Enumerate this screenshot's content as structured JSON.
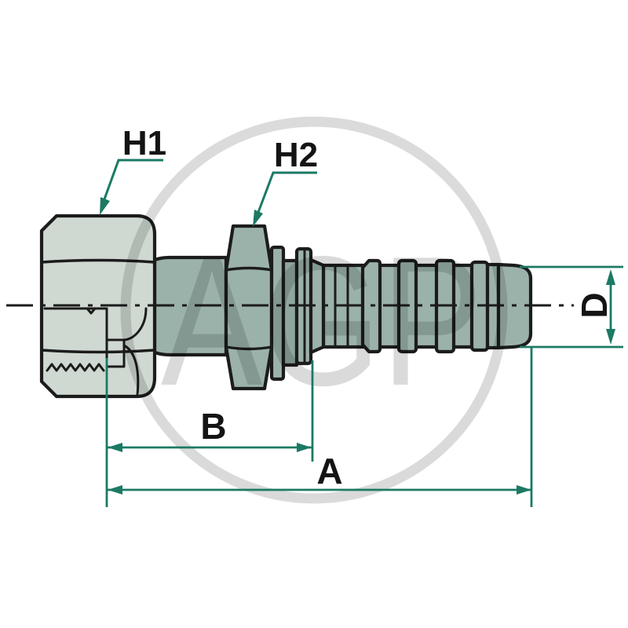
{
  "diagram": {
    "watermark_text": "AGP",
    "labels": {
      "h1": "H1",
      "h2": "H2",
      "width_b": "B",
      "length_a": "A",
      "diameter_d": "D"
    },
    "colors": {
      "dimension_teal": "#1b7a64",
      "outline_black": "#1c1c1c",
      "body_light": "#cfd9d2",
      "body_mid": "#9bb2ab",
      "body_shadow": "#8fa69f",
      "background": "#ffffff"
    }
  }
}
